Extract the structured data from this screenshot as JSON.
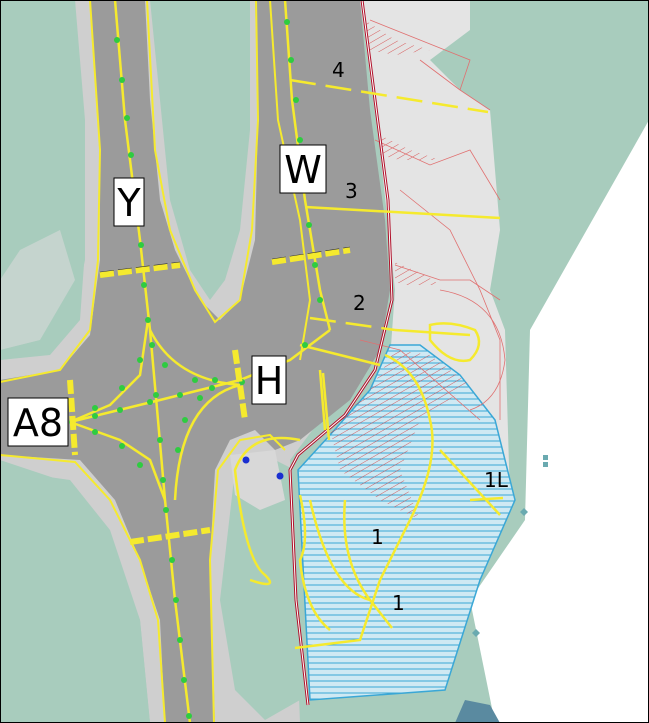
{
  "taxiways": {
    "y": "Y",
    "w": "W",
    "h": "H",
    "a8": "A8"
  },
  "stands": {
    "s4": "4",
    "s3": "3",
    "s2": "2",
    "s1a": "1",
    "s1b": "1",
    "s1l": "1L"
  },
  "colors": {
    "grass": "#a8ccbd",
    "pavement": "#c8c8c8",
    "taxiway": "#9b9b9b",
    "apron": "#e2e2e2",
    "centerline": "#f5ea2e",
    "centerline_light": "#2ecc40",
    "apron_boundary": "#b0102a",
    "hatch_blue": "#3aa7d6",
    "hatch_red": "#d43a3a"
  }
}
